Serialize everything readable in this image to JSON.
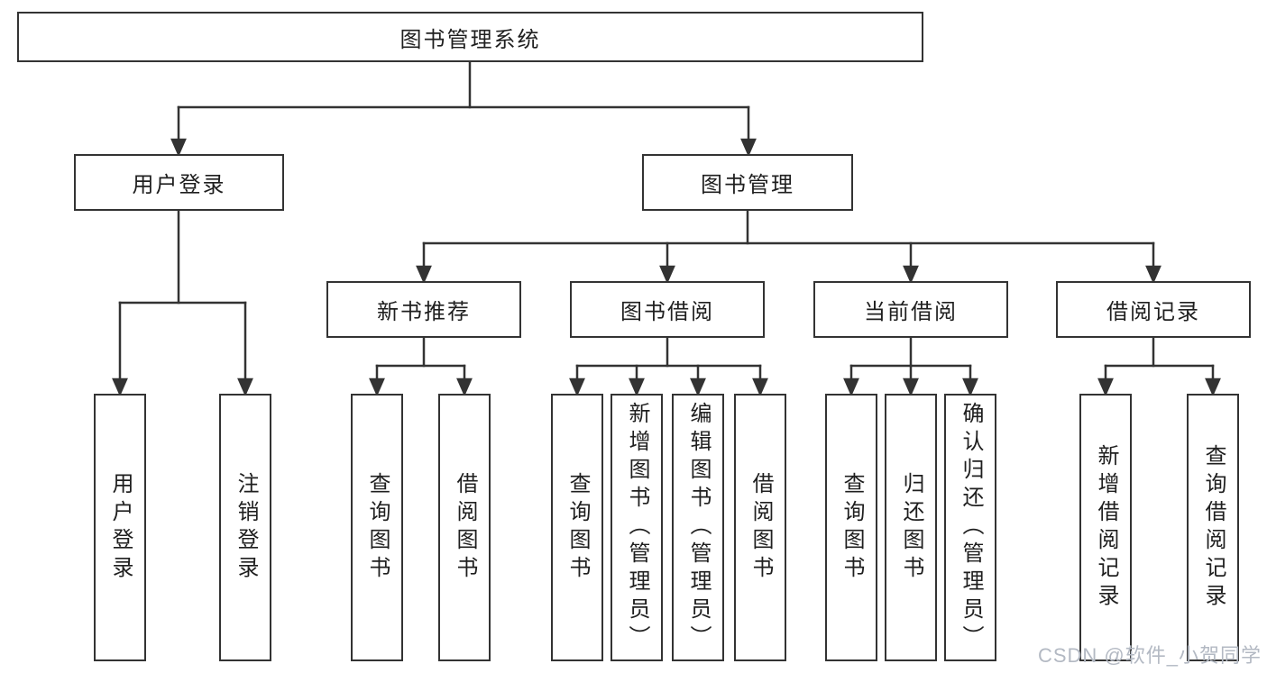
{
  "diagram": {
    "tree": {
      "label": "图书管理系统",
      "children": [
        {
          "label": "用户登录",
          "children": [
            {
              "label": "用户登录"
            },
            {
              "label": "注销登录"
            }
          ]
        },
        {
          "label": "图书管理",
          "children": [
            {
              "label": "新书推荐",
              "children": [
                {
                  "label": "查询图书"
                },
                {
                  "label": "借阅图书"
                }
              ]
            },
            {
              "label": "图书借阅",
              "children": [
                {
                  "label": "查询图书"
                },
                {
                  "label": "新增图书（管理员）"
                },
                {
                  "label": "编辑图书（管理员）"
                },
                {
                  "label": "借阅图书"
                }
              ]
            },
            {
              "label": "当前借阅",
              "children": [
                {
                  "label": "查询图书"
                },
                {
                  "label": "归还图书"
                },
                {
                  "label": "确认归还（管理员）"
                }
              ]
            },
            {
              "label": "借阅记录",
              "children": [
                {
                  "label": "新增借阅记录"
                },
                {
                  "label": "查询借阅记录"
                }
              ]
            }
          ]
        }
      ]
    },
    "colors": {
      "line": "#333333",
      "box_border": "#333333",
      "text": "#1f1f1f",
      "background": "#ffffff",
      "watermark": "#b3b9c3"
    }
  },
  "watermark": "CSDN @软件_小贺同学"
}
